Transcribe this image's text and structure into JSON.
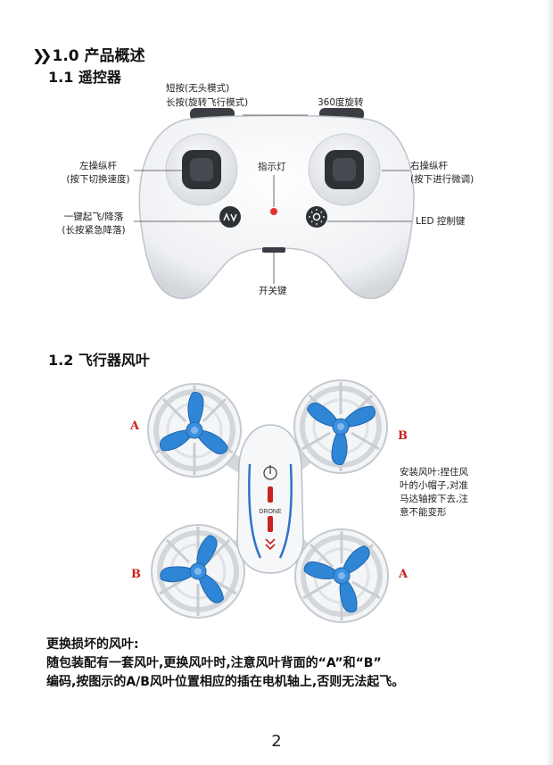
{
  "section_heading": {
    "chevrons": "❯❯",
    "text": "1.0 产品概述"
  },
  "remote": {
    "heading": "1.1 遥控器",
    "labels": {
      "short_press": "短按(无头模式)",
      "long_press": "长按(旋转飞行模式)",
      "rotate360": "360度旋转",
      "left_stick_1": "左操纵杆",
      "left_stick_2": "(按下切换速度)",
      "indicator": "指示灯",
      "right_stick_1": "右操纵杆",
      "right_stick_2": "(按下进行微调)",
      "takeoff_1": "一键起飞/降落",
      "takeoff_2": "(长按紧急降落)",
      "led_key": "LED 控制键",
      "power": "开关键"
    }
  },
  "propeller": {
    "heading": "1.2 飞行器风叶",
    "letters": {
      "top_left": "A",
      "top_right": "B",
      "bottom_left": "B",
      "bottom_right": "A"
    },
    "drone_text": "DRONE",
    "install_note": [
      "安装风叶:捏住风",
      "叶的小帽子,对准",
      "马达轴按下去,注",
      "意不能变形"
    ]
  },
  "replace": {
    "title": "更换损坏的风叶:",
    "line1": "随包装配有一套风叶,更换风叶时,注意风叶背面的“A”和“B”",
    "line2": "编码,按图示的A/B风叶位置相应的插在电机轴上,否则无法起飞。"
  },
  "page_number": "2",
  "colors": {
    "propeller_blue": "#2f86d6",
    "accent_red": "#c8231f",
    "frame_white": "#f2f3f5"
  }
}
